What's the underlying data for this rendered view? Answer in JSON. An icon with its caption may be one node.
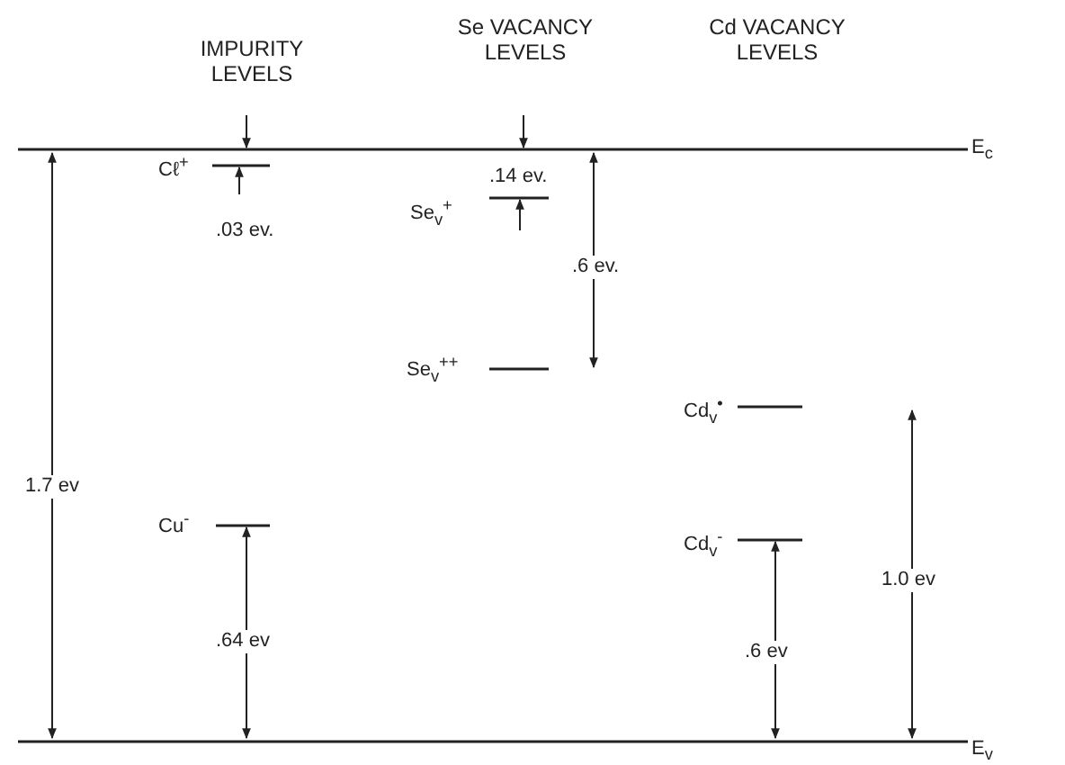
{
  "diagram": {
    "labels": [
      "IMPURITY LEVELS",
      "Se VACANCY LEVELS",
      "Cd VACANCY LEVELS",
      "E$_{c}$",
      "Cℓ$^{+}$",
      ".03 ev.",
      "Se$_{v}$$^{+}$",
      ".14 ev.",
      ".6 ev.",
      "Se$_{v}$$^{++}$",
      "1.7 ev",
      "Cd$_{v}$$^{•}$",
      "Cu$^{-}$",
      "Cd$_{v}$$^{-}$",
      "1.0 ev",
      ".64 ev",
      ".6 ev",
      "E$_{v}$"
    ]
  }
}
